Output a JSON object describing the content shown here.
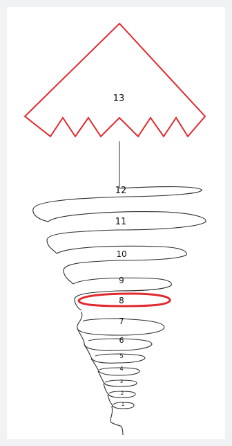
{
  "diagram": {
    "labels": [
      "1",
      "2",
      "3",
      "4",
      "5",
      "6",
      "7",
      "8",
      "9",
      "10",
      "11",
      "12",
      "13"
    ],
    "highlight_label": "8",
    "colors": {
      "highlight": "#e0282e",
      "stroke": "#2b2b2b",
      "frame_bg": "#f1f2f4"
    }
  }
}
